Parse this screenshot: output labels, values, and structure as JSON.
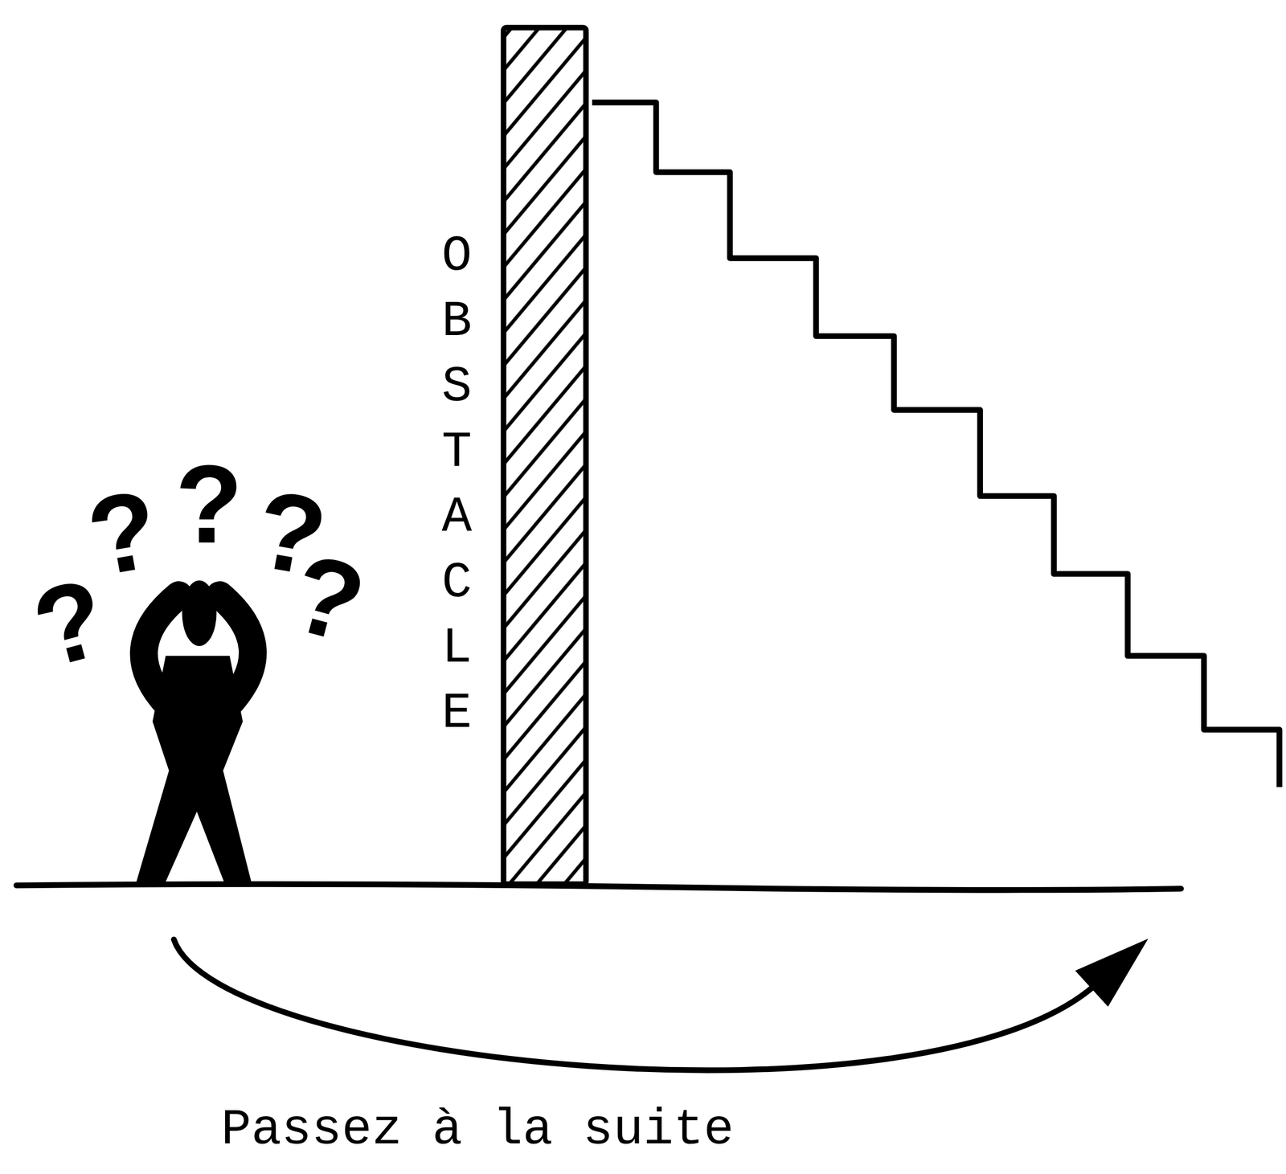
{
  "diagram": {
    "nodes": [
      {
        "text": [
          "OBSTACLE"
        ]
      }
    ],
    "labels": [
      "?",
      "?",
      "?",
      "?",
      "?",
      "Passez à la suite"
    ]
  }
}
